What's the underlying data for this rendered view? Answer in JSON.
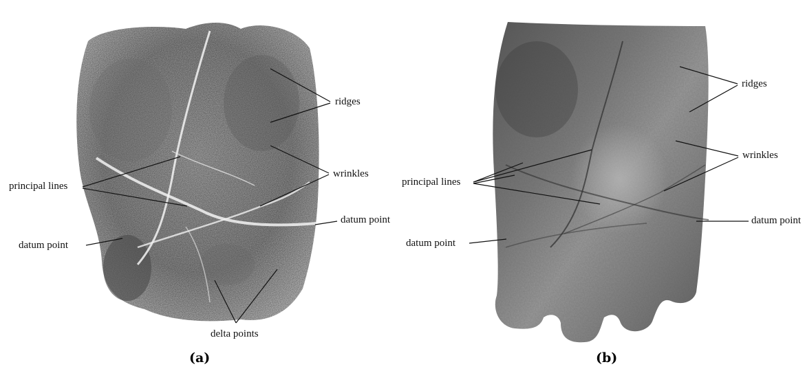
{
  "panel_a": {
    "labels": {
      "ridges": "ridges",
      "wrinkles": "wrinkles",
      "principal_lines": "principal lines",
      "datum_point_left": "datum point",
      "datum_point_right": "datum point",
      "delta_points": "delta points"
    },
    "caption": "(a)"
  },
  "panel_b": {
    "labels": {
      "ridges": "ridges",
      "wrinkles": "wrinkles",
      "principal_lines": "principal lines",
      "datum_point_left": "datum point",
      "datum_point_right": "datum point"
    },
    "caption": "(b)"
  },
  "colors": {
    "print_dark": "#5e5e5e",
    "print_light": "#c9c9c9",
    "palm_dark": "#3d3d3d",
    "palm_mid": "#6e6e6e",
    "palm_light": "#a8a8a8"
  }
}
